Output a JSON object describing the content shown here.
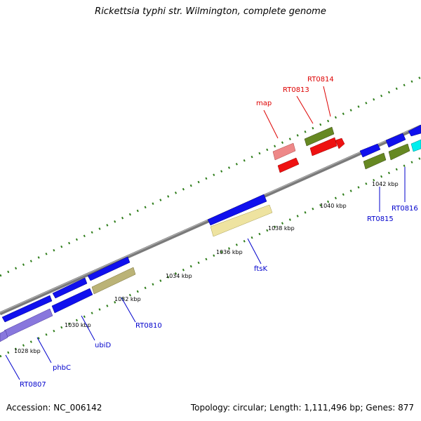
{
  "title": "Rickettsia typhi str. Wilmington, complete genome",
  "footer": {
    "accession": "Accession: NC_006142",
    "summary": "Topology: circular; Length: 1,111,496 bp; Genes: 877"
  },
  "scale_labels": [
    "1028 kbp",
    "1030 kbp",
    "1032 kbp",
    "1034 kbp",
    "1036 kbp",
    "1038 kbp",
    "1040 kbp",
    "1042 kbp"
  ],
  "gene_labels": {
    "RT0807": "RT0807",
    "phbC": "phbC",
    "ubiD": "ubiD",
    "RT0810": "RT0810",
    "ftsK": "ftsK",
    "map": "map",
    "RT0813": "RT0813",
    "RT0814": "RT0814",
    "RT0815": "RT0815",
    "RT0816": "RT0816"
  },
  "colors": {
    "backbone": "#777777",
    "label_blue": "#0000cc",
    "label_red": "#dd0000",
    "tick_green": "#2e7d1a"
  }
}
